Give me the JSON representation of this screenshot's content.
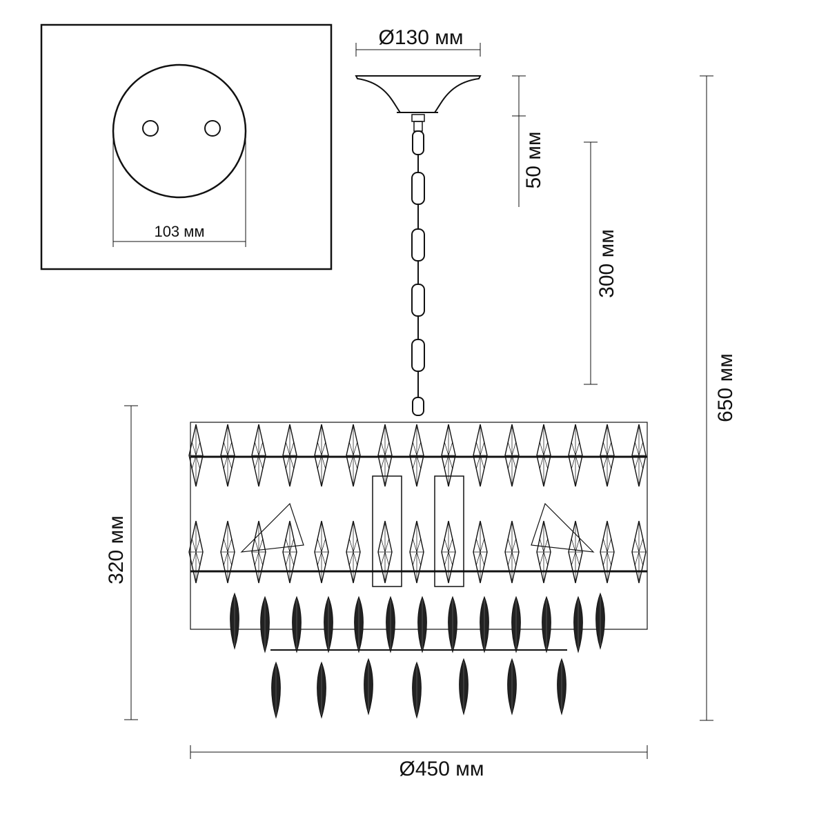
{
  "inset": {
    "mount_width_label": "103 мм"
  },
  "dimensions": {
    "canopy_diameter": "Ø130 мм",
    "canopy_height": "50 мм",
    "chain_length": "300 мм",
    "total_height": "650 мм",
    "body_height": "320 мм",
    "body_diameter": "Ø450 мм"
  },
  "colors": {
    "line": "#111111",
    "background": "#ffffff"
  }
}
